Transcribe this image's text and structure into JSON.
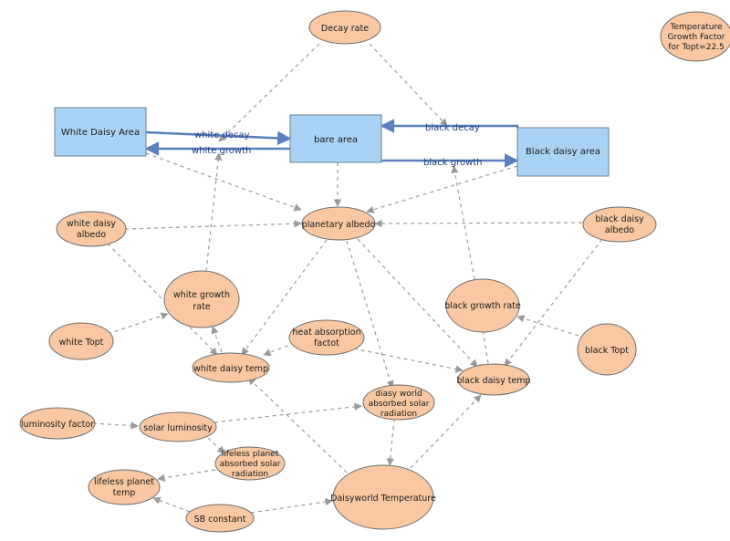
{
  "stocks": {
    "white_daisy_area": "White Daisy Area",
    "bare_area": "bare area",
    "black_daisy_area": "Black daisy area"
  },
  "flows": {
    "white_decay": "white decay",
    "white_growth": "white growth",
    "black_decay": "black decay",
    "black_growth": "black growth"
  },
  "variables": {
    "decay_rate": "Decay rate",
    "temperature_growth_factor": [
      "Temperature",
      "Growth Factor",
      "for Topt=22.5"
    ],
    "white_daisy_albedo": [
      "white daisy",
      "albedo"
    ],
    "planetary_albedo": "planetary albedo",
    "black_daisy_albedo": [
      "black daisy",
      "albedo"
    ],
    "white_growth_rate": [
      "white growth",
      "rate"
    ],
    "black_growth_rate": "black growth rate",
    "white_topt": "white Topt",
    "black_topt": "black Topt",
    "heat_absorption_factot": [
      "heat absorption",
      "factot"
    ],
    "white_daisy_temp": "white daisy temp",
    "black_daisy_temp": "black daisy temp",
    "diasy_world_absorbed": [
      "diasy world",
      "absorbed solar",
      "radiation"
    ],
    "luminosity_factor": "luminosity factor",
    "solar_luminosity": "solar luminosity",
    "lifeless_planet_absorbed": [
      "lifeless planet",
      "absorbed solar",
      "radiation"
    ],
    "lifeless_planet_temp": [
      "lifeless planet",
      "temp"
    ],
    "daisyworld_temperature": "Daisyworld Temperature",
    "sb_constant": "SB constant"
  }
}
